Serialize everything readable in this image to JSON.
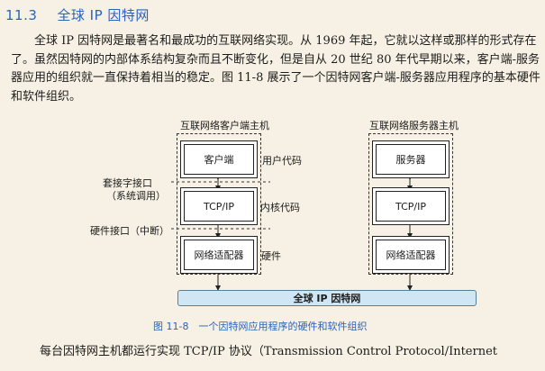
{
  "section": {
    "number": "11.3",
    "title": "全球 IP 因特网"
  },
  "paragraph": "全球 IP 因特网是最著名和最成功的互联网络实现。从 1969 年起，它就以这样或那样的形式存在了。虽然因特网的内部体系结构复杂而且不断变化，但是自从 20 世纪 80 年代早期以来，客户端-服务器应用的组织就一直保持着相当的稳定。图 11-8 展示了一个因特网客户端-服务器应用程序的基本硬件和软件组织。",
  "figure": {
    "client_host_title": "互联网络客户端主机",
    "server_host_title": "互联网络服务器主机",
    "client_boxes": [
      "客户端",
      "TCP/IP",
      "网络适配器"
    ],
    "server_boxes": [
      "服务器",
      "TCP/IP",
      "网络适配器"
    ],
    "layer_labels": [
      "用户代码",
      "内核代码",
      "硬件"
    ],
    "socket_interface": "套接字接口",
    "socket_interface_note": "（系统调用）",
    "hardware_interface": "硬件接口（中断）",
    "network_bar": "全球 IP 因特网",
    "caption": "图 11-8　一个因特网应用程序的硬件和软件组织"
  },
  "bottom_text": "每台因特网主机都运行实现 TCP/IP 协议（Transmission Control Protocol/Internet"
}
